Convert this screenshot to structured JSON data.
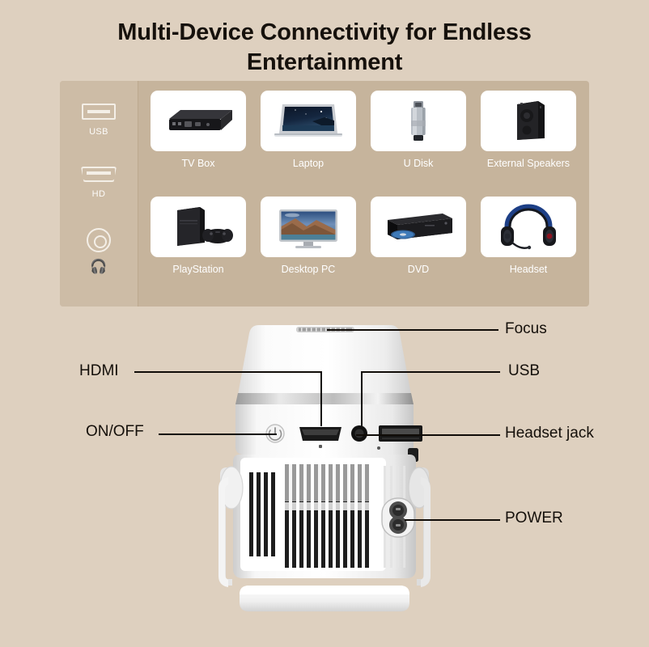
{
  "page": {
    "title": "Multi-Device Connectivity for Endless Entertainment",
    "background_color": "#ded0bf",
    "panel_color": "#c6b49c",
    "card_color": "#ffffff",
    "label_color": "#ffffff",
    "text_color": "#140f0a"
  },
  "ports": [
    {
      "icon": "usb-port-icon",
      "label": "USB"
    },
    {
      "icon": "hdmi-port-icon",
      "label": "HD"
    },
    {
      "icon": "headphone-jack-icon",
      "label": ""
    }
  ],
  "devices": [
    {
      "icon": "tv-box-icon",
      "label": "TV Box"
    },
    {
      "icon": "laptop-icon",
      "label": "Laptop"
    },
    {
      "icon": "usb-flash-drive-icon",
      "label": "U Disk"
    },
    {
      "icon": "speaker-icon",
      "label": "External Speakers"
    },
    {
      "icon": "playstation-icon",
      "label": "PlayStation"
    },
    {
      "icon": "desktop-monitor-icon",
      "label": "Desktop PC"
    },
    {
      "icon": "dvd-player-icon",
      "label": "DVD"
    },
    {
      "icon": "headset-icon",
      "label": "Headset"
    }
  ],
  "callouts": {
    "focus": "Focus",
    "usb": "USB",
    "headset_jack": "Headset jack",
    "power": "POWER",
    "hdmi": "HDMI",
    "on_off": "ON/OFF"
  }
}
